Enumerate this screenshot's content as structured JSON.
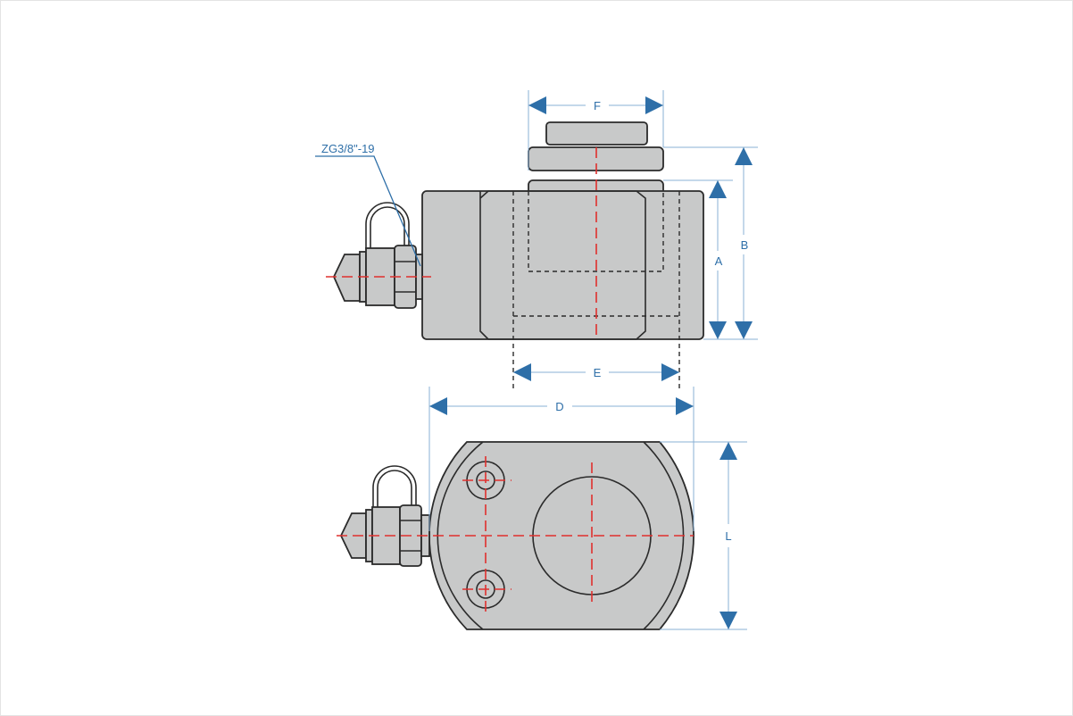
{
  "labels": {
    "port": "ZG3/8\"-19",
    "A": "A",
    "B": "B",
    "D": "D",
    "E": "E",
    "F": "F",
    "L": "L"
  },
  "colors": {
    "body": "#c8c9c9",
    "dimension": "#2e6fa8",
    "centerline": "#e0302e"
  }
}
